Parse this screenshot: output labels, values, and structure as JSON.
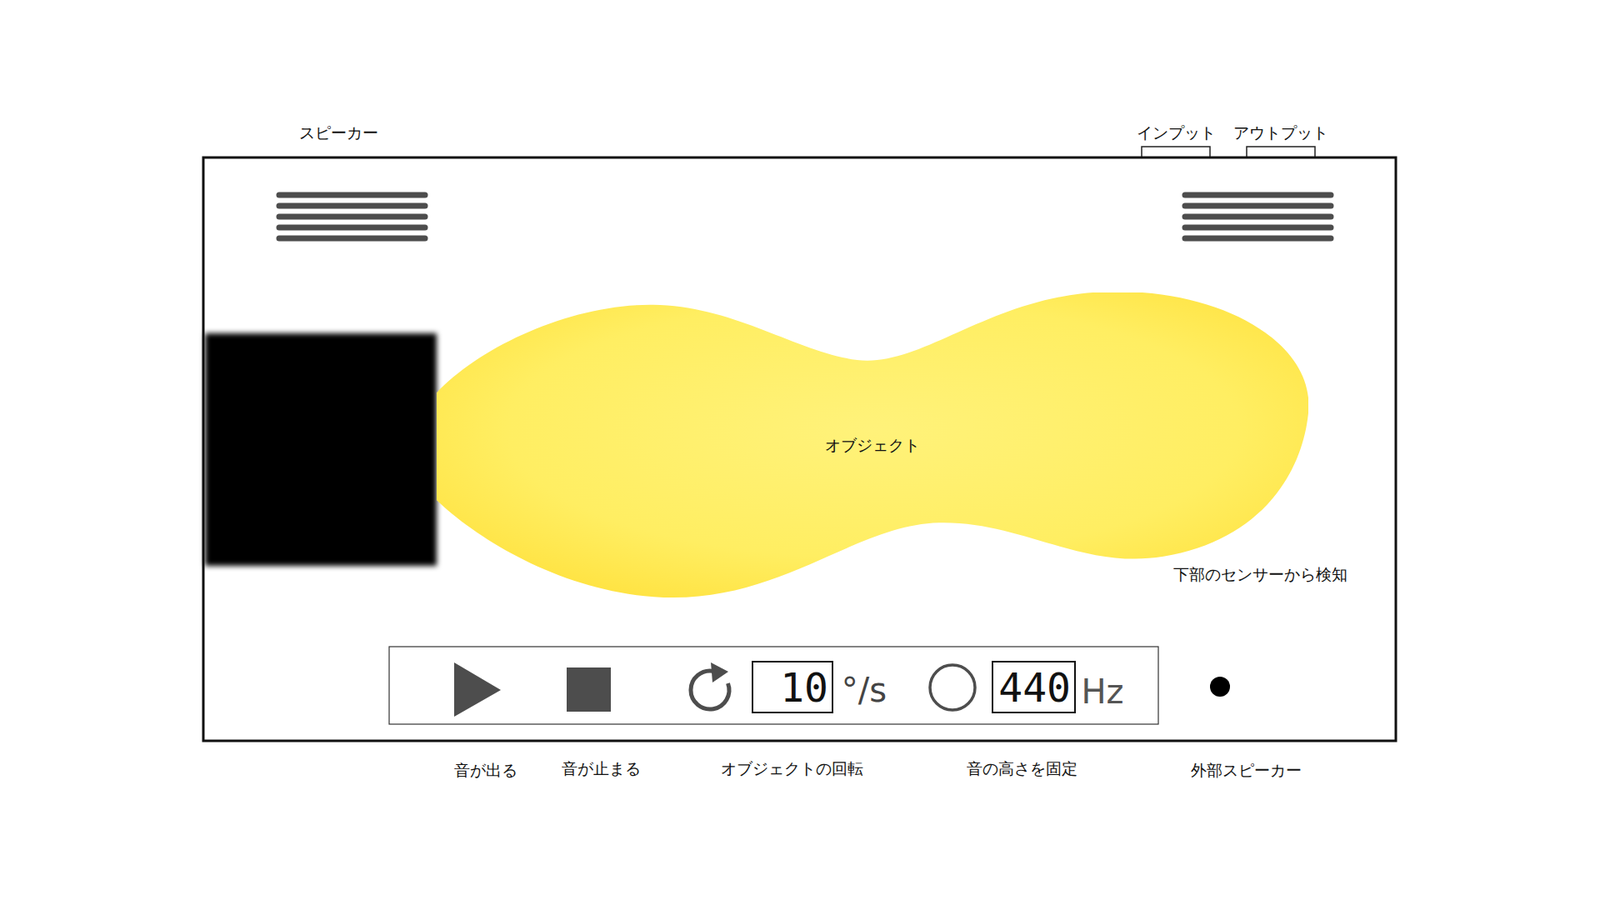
{
  "diagram": {
    "nodes": [
      {
        "text": [
          "オブジェクト"
        ]
      },
      {
        "text": [
          "10"
        ]
      },
      {
        "text": [
          "440"
        ]
      }
    ],
    "labels": [
      "スピーカー",
      "インプット",
      "アウトプット",
      "下部のセンサーから検知",
      "°/s",
      "Hz",
      "音が出る",
      "音が止まる",
      "オブジェクトの回転",
      "音の高さを固定",
      "外部スピーカー"
    ]
  }
}
